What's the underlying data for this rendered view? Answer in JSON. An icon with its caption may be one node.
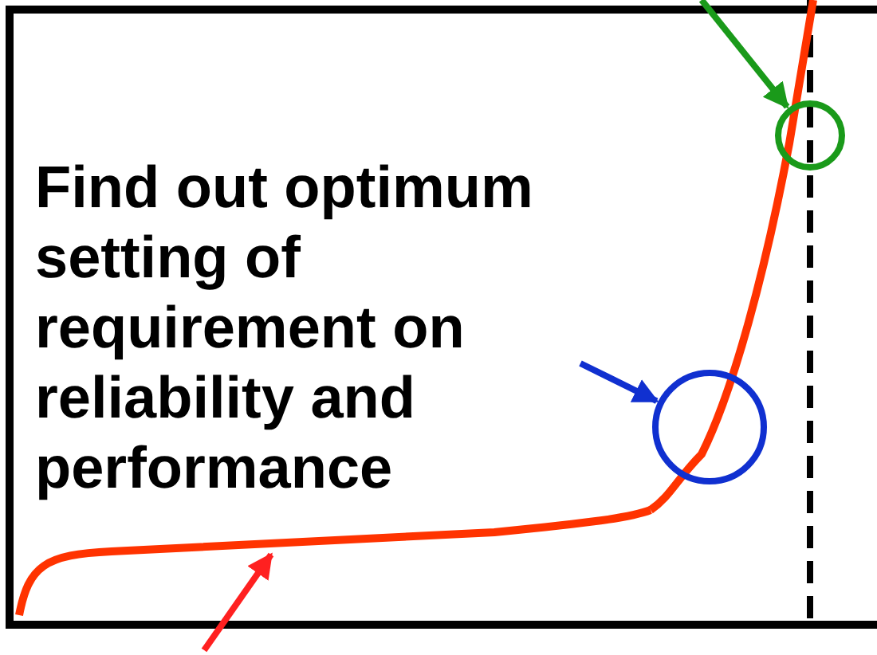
{
  "diagram": {
    "nodes": [
      {
        "text": [],
        "shape": "circle"
      },
      {
        "text": [],
        "shape": "circle"
      },
      {
        "text": [],
        "shape": "curve"
      }
    ],
    "edges": [
      {
        "from": null,
        "to": 0,
        "arrow": "to",
        "color": "#1a9a1a"
      },
      {
        "from": null,
        "to": 1,
        "arrow": "to",
        "color": "#1030d0"
      },
      {
        "from": null,
        "to": 2,
        "arrow": "to",
        "color": "#ff2020"
      }
    ],
    "labels": [
      "Find out optimum setting of requirement on reliability and performance"
    ]
  }
}
